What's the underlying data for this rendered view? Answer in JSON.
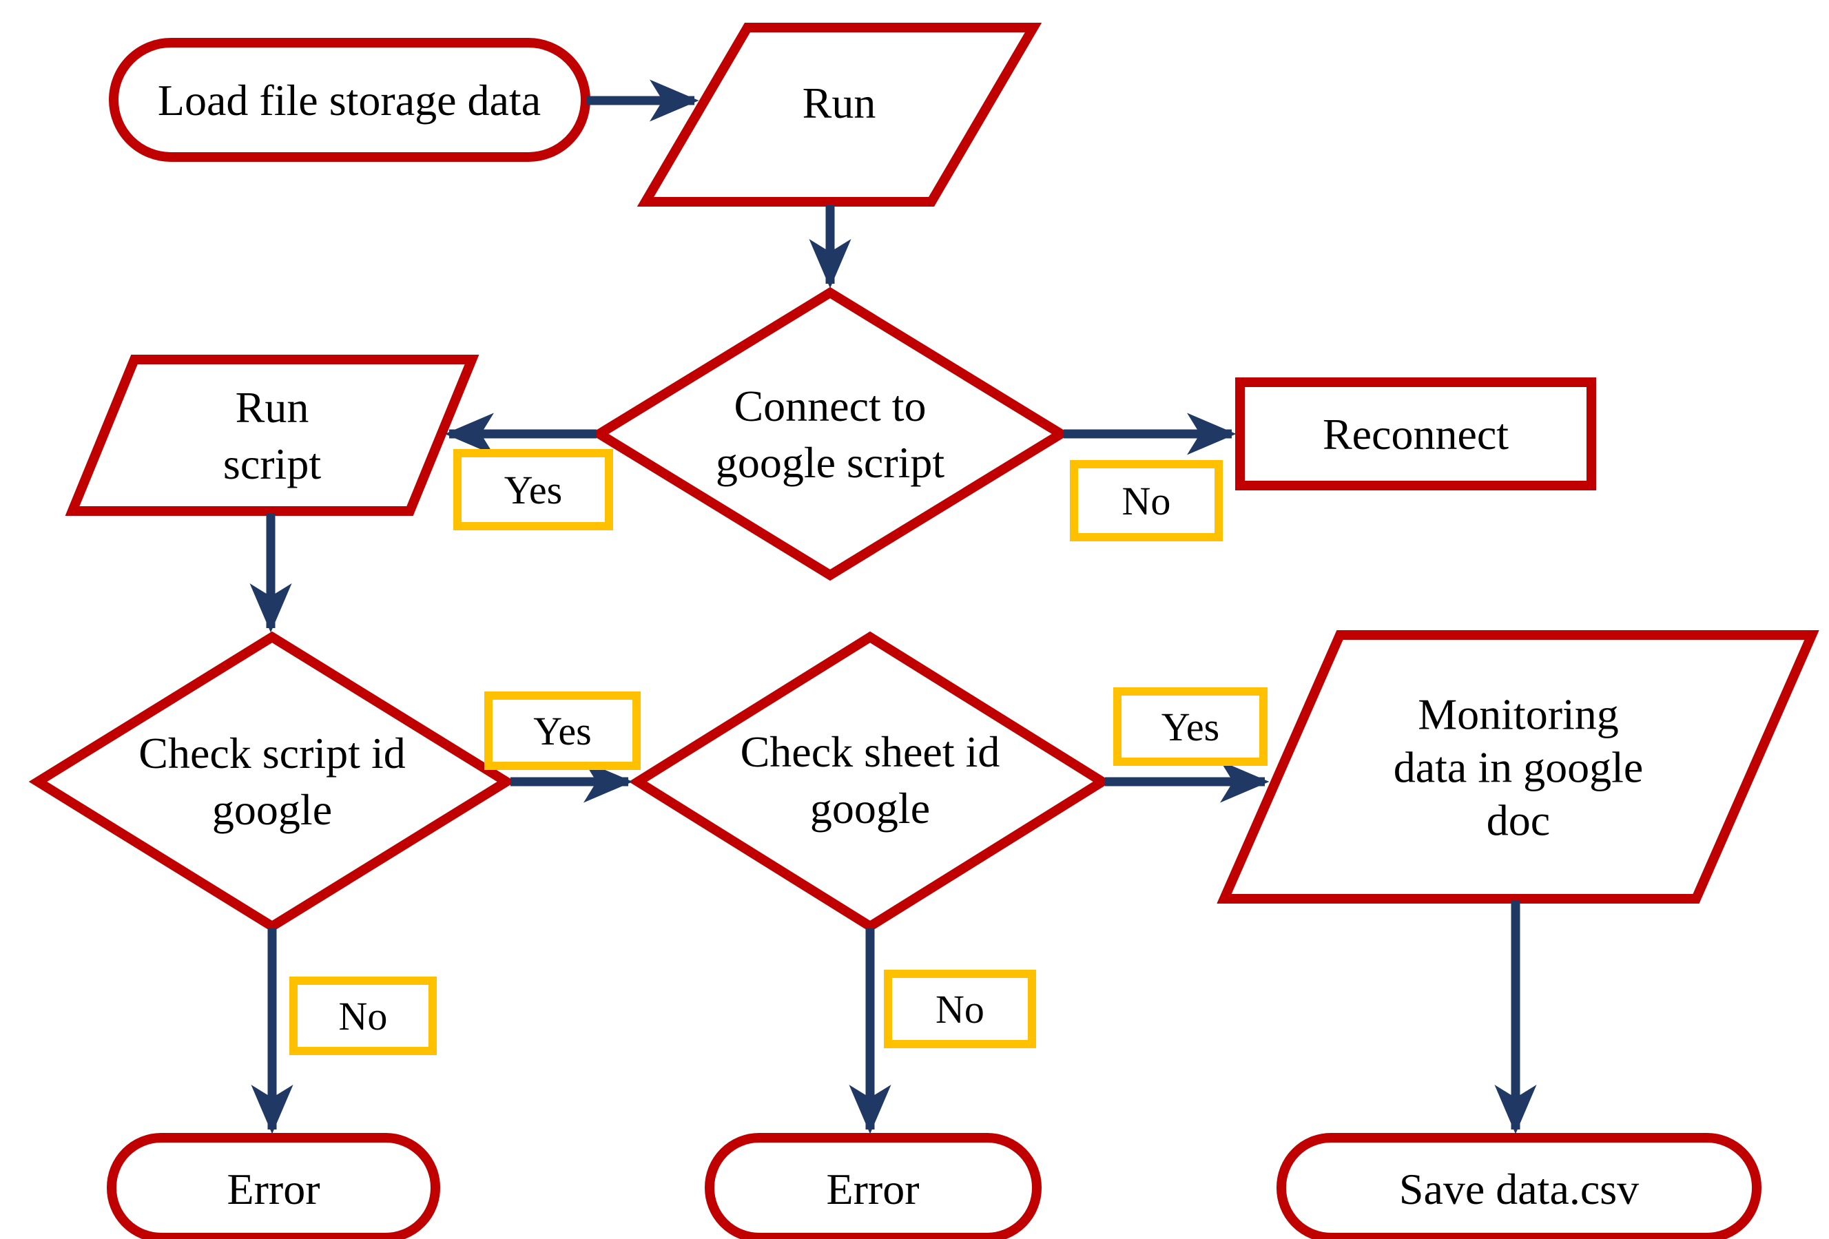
{
  "diagram": {
    "type": "flowchart",
    "colors": {
      "shape_border": "#C00000",
      "arrow": "#1F3864",
      "label_box_border": "#FFC000",
      "text": "#000000",
      "background": "#FFFFFF"
    },
    "nodes": {
      "load": {
        "shape": "terminator",
        "label": "Load file storage data"
      },
      "run": {
        "shape": "parallelogram",
        "label": "Run"
      },
      "connect": {
        "shape": "decision",
        "lines": [
          "Connect to",
          "google script"
        ]
      },
      "run_script": {
        "shape": "parallelogram",
        "lines": [
          "Run",
          "script"
        ]
      },
      "reconnect": {
        "shape": "process",
        "label": "Reconnect"
      },
      "check_script": {
        "shape": "decision",
        "lines": [
          "Check script id",
          "google"
        ]
      },
      "check_sheet": {
        "shape": "decision",
        "lines": [
          "Check sheet id",
          "google"
        ]
      },
      "monitoring": {
        "shape": "parallelogram",
        "lines": [
          "Monitoring",
          "data in google",
          "doc"
        ]
      },
      "error_left": {
        "shape": "terminator",
        "label": "Error"
      },
      "error_middle": {
        "shape": "terminator",
        "label": "Error"
      },
      "save": {
        "shape": "terminator",
        "label": "Save data.csv"
      }
    },
    "labels": {
      "connect_yes": "Yes",
      "connect_no": "No",
      "check_script_yes": "Yes",
      "check_script_no": "No",
      "check_sheet_yes": "Yes",
      "check_sheet_no": "No"
    },
    "edges": [
      {
        "from": "load",
        "to": "run"
      },
      {
        "from": "run",
        "to": "connect"
      },
      {
        "from": "connect",
        "to": "run_script",
        "label": "Yes"
      },
      {
        "from": "connect",
        "to": "reconnect",
        "label": "No"
      },
      {
        "from": "run_script",
        "to": "check_script"
      },
      {
        "from": "check_script",
        "to": "check_sheet",
        "label": "Yes"
      },
      {
        "from": "check_script",
        "to": "error_left",
        "label": "No"
      },
      {
        "from": "check_sheet",
        "to": "monitoring",
        "label": "Yes"
      },
      {
        "from": "check_sheet",
        "to": "error_middle",
        "label": "No"
      },
      {
        "from": "monitoring",
        "to": "save"
      }
    ]
  }
}
